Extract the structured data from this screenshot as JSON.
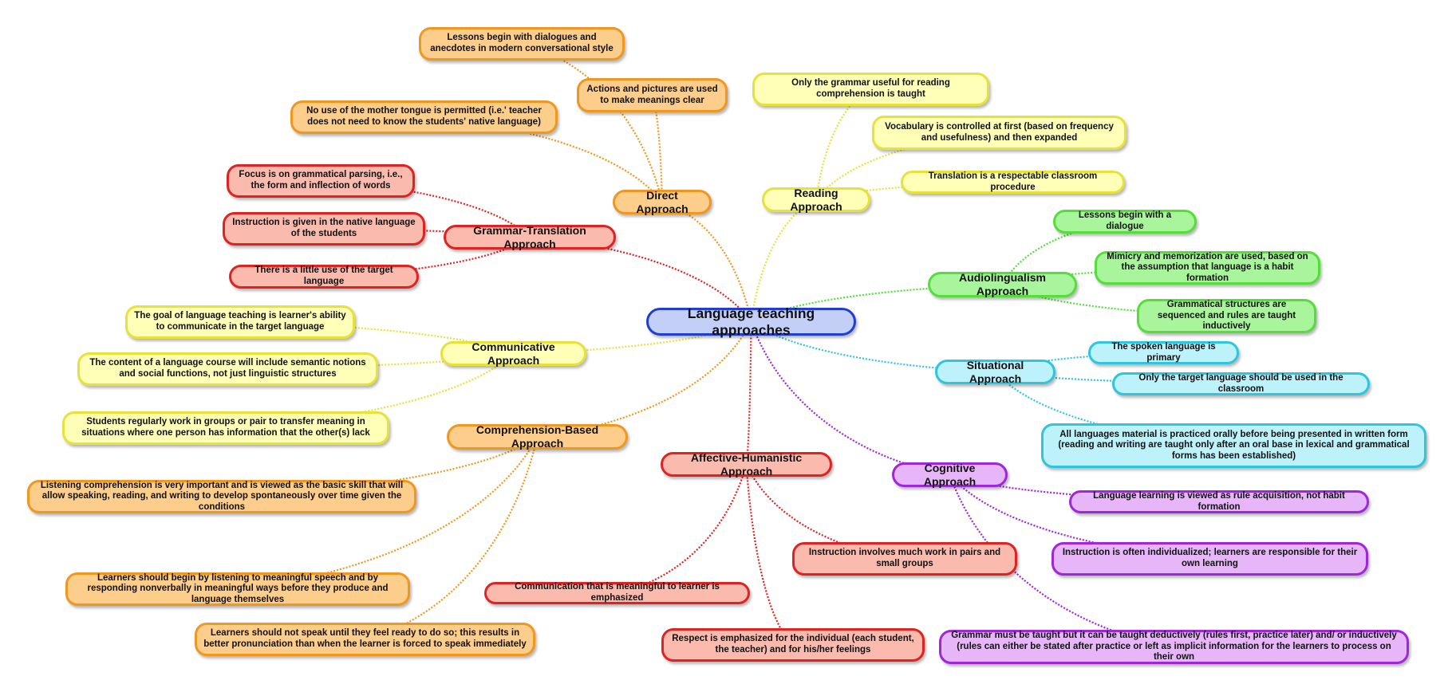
{
  "root": {
    "label": "Language teaching approaches",
    "color": "#1f3fd0"
  },
  "branches": {
    "direct": {
      "label": "Direct Approach",
      "color": "#ee9822",
      "items": [
        "Lessons begin with dialogues and anecdotes in modern conversational style",
        "Actions and pictures are used to make meanings clear",
        "No use of the mother tongue is permitted (i.e.' teacher does not need to know the students' native language)"
      ]
    },
    "reading": {
      "label": "Reading Approach",
      "color": "#e7e23a",
      "items": [
        "Only the grammar useful for reading comprehension is taught",
        "Vocabulary is controlled at first (based on frequency and usefulness) and then expanded",
        "Translation is a respectable classroom procedure"
      ]
    },
    "grammar": {
      "label": "Grammar-Translation Approach",
      "color": "#de2323",
      "items": [
        "Focus is on grammatical parsing, i.e., the form and inflection of words",
        "Instruction is given in the native language of the students",
        "There is a little use of the target language"
      ]
    },
    "audio": {
      "label": "Audiolingualism Approach",
      "color": "#56dd3d",
      "items": [
        "Lessons begin with a dialogue",
        "Mimicry and memorization are used, based on the assumption that language is a habit formation",
        "Grammatical structures are sequenced and rules are taught inductively"
      ]
    },
    "communicative": {
      "label": "Communicative Approach",
      "color": "#e7e23a",
      "items": [
        "The goal of language teaching is learner's ability to communicate in the target language",
        "The content of a language course will include semantic notions and social functions, not just linguistic structures",
        "Students regularly work in groups or pair to transfer meaning in situations where one person has information that the other(s) lack"
      ]
    },
    "situational": {
      "label": "Situational Approach",
      "color": "#2ec5df",
      "items": [
        "The spoken language is primary",
        "Only the target language should be used in the classroom",
        "All languages material is practiced orally before being presented in written form (reading and writing are taught only after an oral base in lexical and grammatical forms has been established)"
      ]
    },
    "comprehension": {
      "label": "Comprehension-Based Approach",
      "color": "#ee9822",
      "items": [
        "Listening comprehension is very important and is viewed as the basic skill that will allow speaking, reading, and writing to develop spontaneously over time given the conditions",
        "Learners should begin by listening to meaningful speech and by responding nonverbally in meaningful ways before they produce and language themselves",
        "Learners should not speak until they feel ready to do so; this results in better pronunciation than when the learner is forced to speak immediately"
      ]
    },
    "affective": {
      "label": "Affective-Humanistic Approach",
      "color": "#de2323",
      "items": [
        "Instruction involves much work in pairs and small groups",
        "Communication that is meaningful to learner is emphasized",
        "Respect is emphasized for the individual (each student, the teacher) and for his/her feelings"
      ]
    },
    "cognitive": {
      "label": "Cognitive Approach",
      "color": "#a026dc",
      "items": [
        "Language learning is viewed as rule acquisition, not habit formation",
        "Instruction is often individualized; learners are responsible for their own learning",
        "Grammar must be taught but it can be taught deductively (rules first, practice later) and/ or inductively (rules can either be stated after practice or left as implicit information for the learners to process on their own"
      ]
    }
  }
}
